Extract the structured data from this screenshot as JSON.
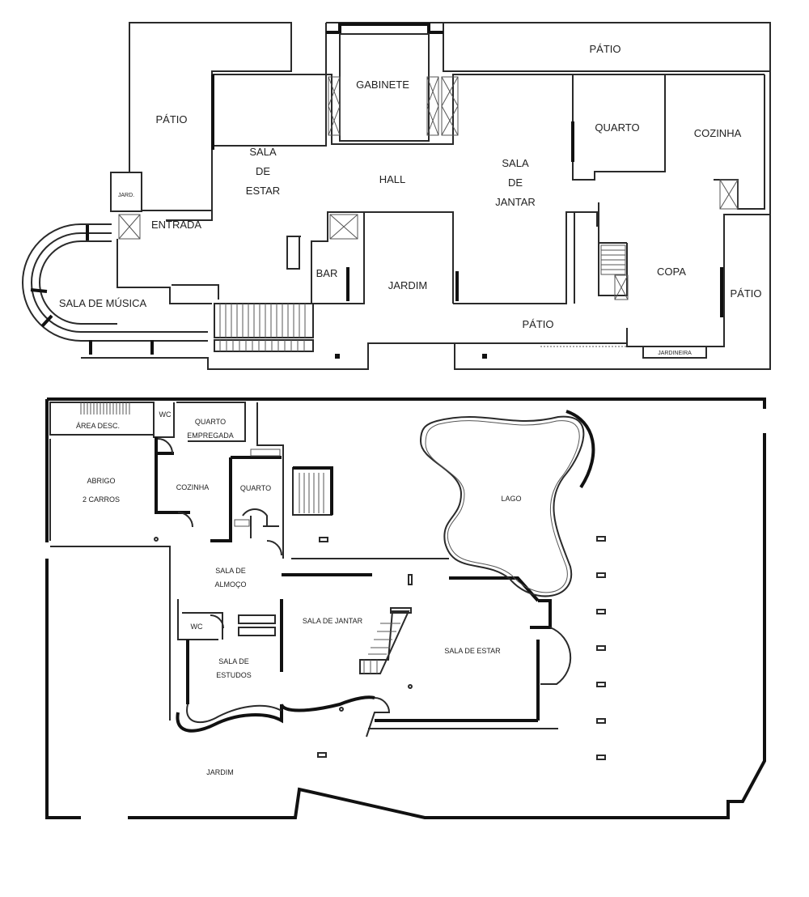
{
  "plan1": {
    "patio_left": "PÁTIO",
    "patio_top": "PÁTIO",
    "gabinete": "GABINETE",
    "sala_estar": [
      "SALA",
      "DE",
      "ESTAR"
    ],
    "hall": "HALL",
    "sala_jantar": [
      "SALA",
      "DE",
      "JANTAR"
    ],
    "quarto": "QUARTO",
    "cozinha": "COZINHA",
    "jard": "JARD.",
    "entrada": "ENTRADA",
    "bar": "BAR",
    "jardim": "JARDIM",
    "copa": "COPA",
    "patio_right": "PÁTIO",
    "sala_musica": "SALA DE MÚSICA",
    "patio_bottom": "PÁTIO",
    "jardineira": "JARDINEIRA"
  },
  "plan2": {
    "area_desc": "ÁREA DESC.",
    "wc_top": "WC",
    "quarto_empregada": [
      "QUARTO",
      "EMPREGADA"
    ],
    "abrigo": [
      "ABRIGO",
      "2 CARROS"
    ],
    "cozinha": "COZINHA",
    "quarto": "QUARTO",
    "lago": "LAGO",
    "sala_almoco": [
      "SALA DE",
      "ALMOÇO"
    ],
    "sala_jantar": "SALA DE JANTAR",
    "wc_mid": "WC",
    "sala_estar": "SALA DE ESTAR",
    "sala_estudos": [
      "SALA DE",
      "ESTUDOS"
    ],
    "jardim": "JARDIM"
  }
}
